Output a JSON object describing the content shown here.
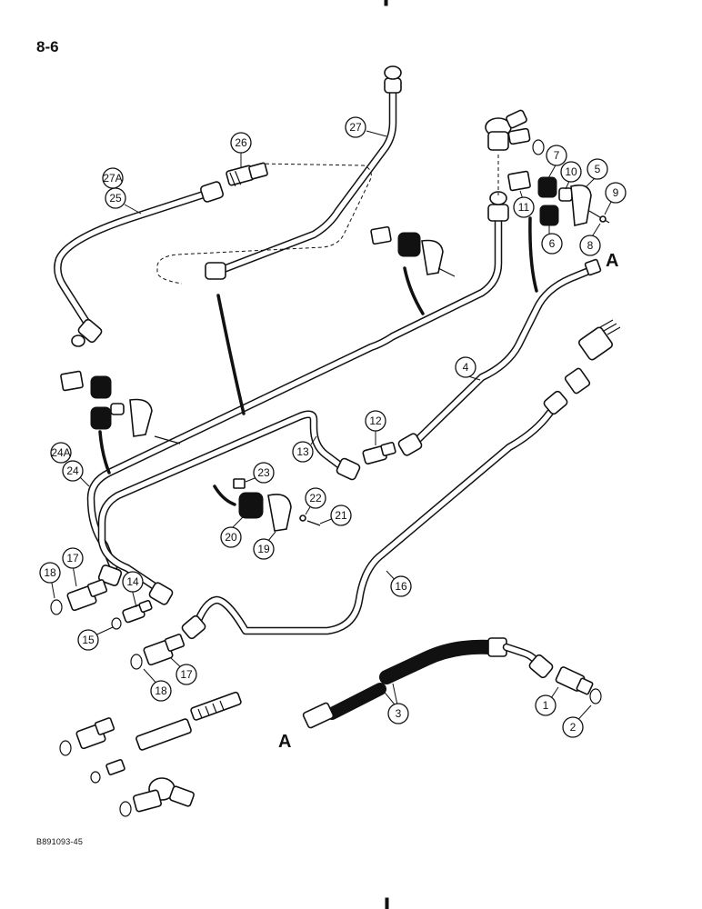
{
  "page_number": "8-6",
  "figure_id": "B891093-45",
  "callouts": {
    "c1": "1",
    "c2": "2",
    "c3": "3",
    "c4": "4",
    "c5": "5",
    "c6": "6",
    "c7": "7",
    "c8": "8",
    "c9": "9",
    "c10": "10",
    "c11": "11",
    "c12": "12",
    "c13": "13",
    "c14": "14",
    "c15": "15",
    "c16": "16",
    "c17a": "17",
    "c17b": "17",
    "c18a": "18",
    "c18b": "18",
    "c19": "19",
    "c20": "20",
    "c21": "21",
    "c22": "22",
    "c23": "23",
    "c24": "24",
    "c24a": "24A",
    "c25": "25",
    "c26": "26",
    "c27": "27",
    "c27a": "27A"
  },
  "connection_marks": {
    "a_top": "A",
    "a_bottom": "A"
  }
}
